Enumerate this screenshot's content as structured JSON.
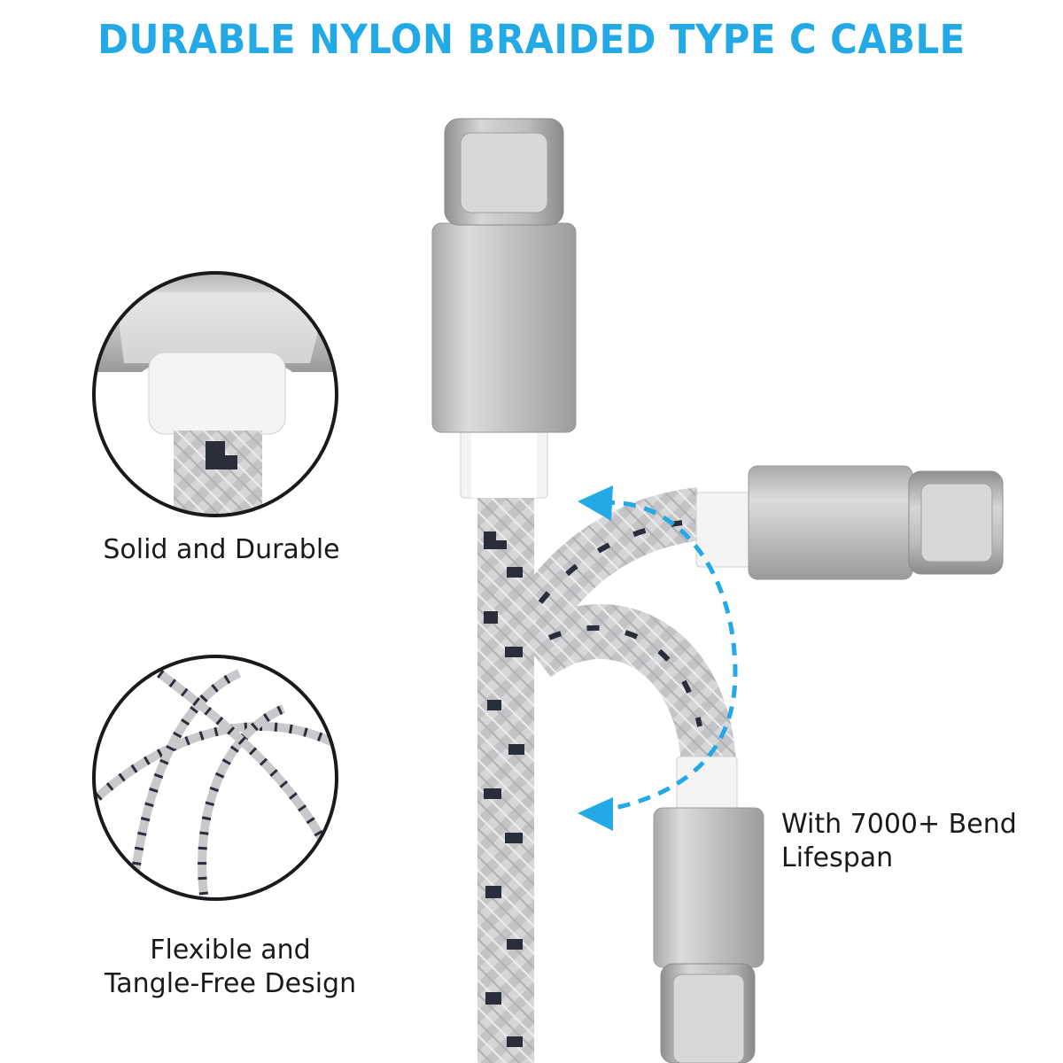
{
  "headline": "DURABLE NYLON BRAIDED TYPE C CABLE",
  "features": {
    "solid": "Solid and Durable",
    "flexible_line1": "Flexible and",
    "flexible_line2": "Tangle-Free Design",
    "bend_line1": "With 7000+ Bend",
    "bend_line2": "Lifespan"
  },
  "colors": {
    "accent": "#22a9e6",
    "connector_silver": "#c7c7c9",
    "braid_light": "#d9d9db",
    "braid_dark": "#2a2d3a"
  },
  "icons": [
    "usb-c-connector",
    "braided-cable",
    "bend-arrow",
    "zoom-detail-circle"
  ]
}
